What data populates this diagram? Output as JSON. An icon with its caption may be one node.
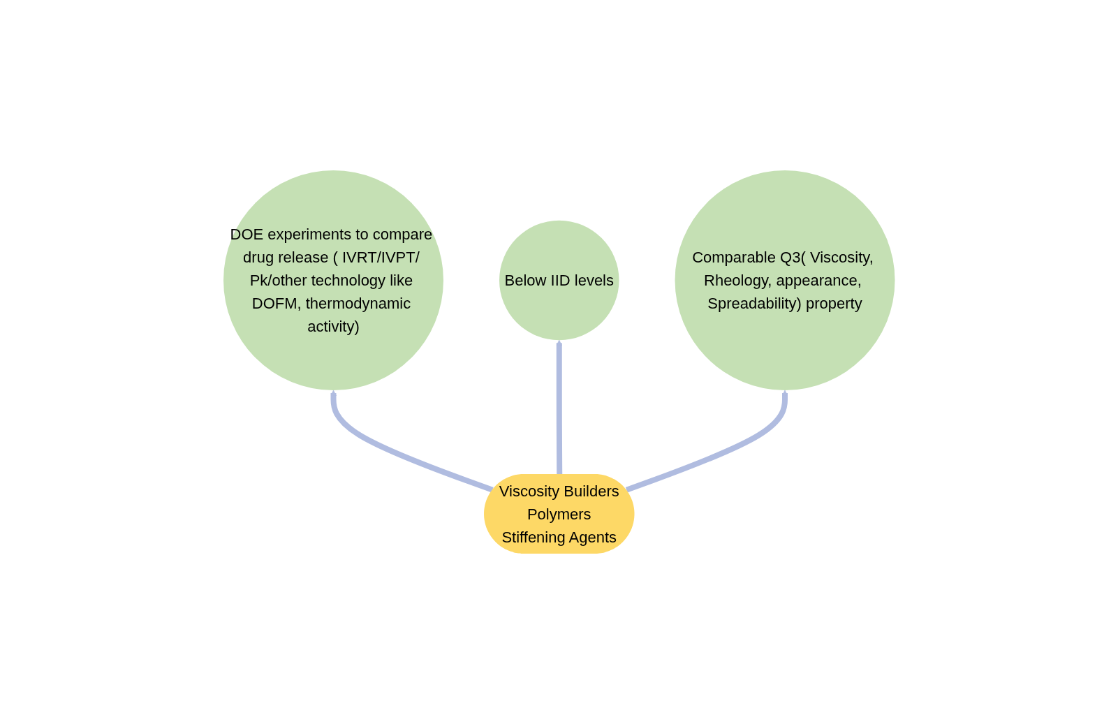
{
  "diagram": {
    "nodes": [
      {
        "text": [
          "DOE experiments to compare drug release ( IVRT/IVPT/ Pk/other technology like DOFM, thermodynamic activity)"
        ]
      },
      {
        "text": [
          "Viscosity Builders",
          "Polymers",
          "Stiffening Agents"
        ]
      },
      {
        "text": [
          "Below IID levels"
        ]
      },
      {
        "text": [
          "Comparable Q3( Viscosity, Rheology, appearance, Spreadability) property"
        ]
      }
    ],
    "edges": [
      {
        "from": 1,
        "to": 0,
        "arrow": "to"
      },
      {
        "from": 1,
        "to": 2,
        "arrow": "to"
      },
      {
        "from": 1,
        "to": 3,
        "arrow": "to"
      }
    ]
  }
}
